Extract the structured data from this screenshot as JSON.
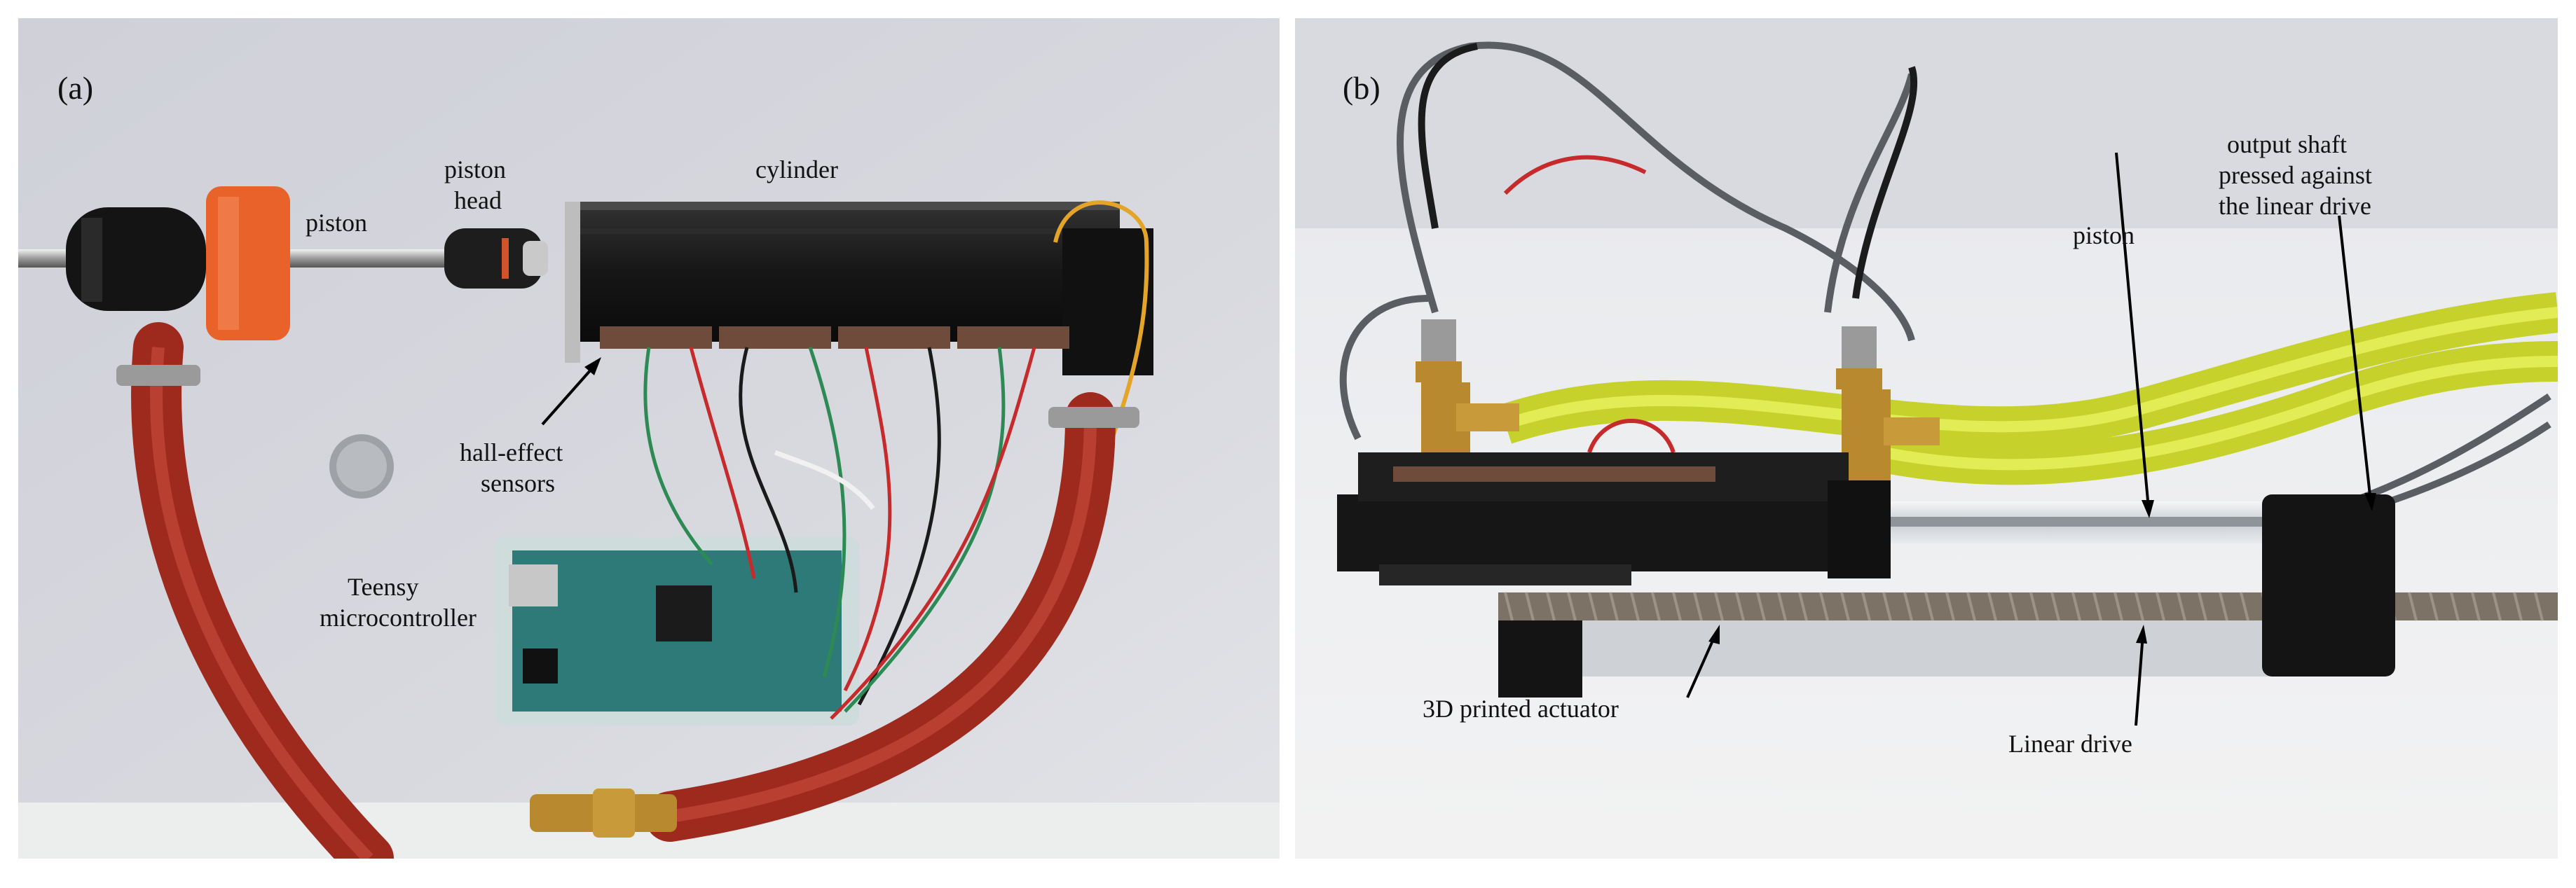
{
  "panels": {
    "a": {
      "letter": "(a)",
      "labels": {
        "piston": "piston",
        "piston_head_1": "piston",
        "piston_head_2": "head",
        "cylinder": "cylinder",
        "hall_1": "hall-effect",
        "hall_2": "sensors",
        "teensy_1": "Teensy",
        "teensy_2": "microcontroller"
      }
    },
    "b": {
      "letter": "(b)",
      "labels": {
        "output_1": "output shaft",
        "output_2": "pressed against",
        "output_3": "the linear drive",
        "piston": "piston",
        "actuator": "3D printed actuator",
        "linear_drive": "Linear drive"
      }
    }
  },
  "colors": {
    "background_a": "#d4d5dc",
    "background_b": "#e9eaee",
    "hose_red": "#9e2a1e",
    "hose_yellow": "#d7e23a",
    "cylinder_black": "#181818",
    "piston_orange": "#e8622a",
    "board_teal": "#2d7a78",
    "brass": "#b8892e"
  }
}
